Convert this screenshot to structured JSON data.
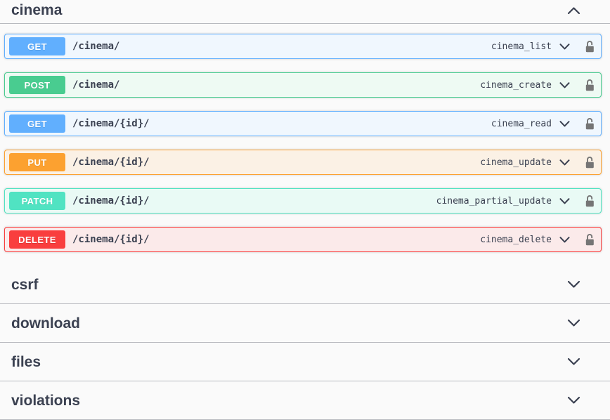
{
  "ui": {
    "background_color": "#fafafa",
    "heading_text_color": "#3b4151",
    "divider_color": "rgba(59,65,81,0.35)",
    "lock_icon_color": "#757575",
    "chevron_color": "#3b4151"
  },
  "expanded_section": {
    "title": "cinema",
    "state_icon": "chevron-up-icon",
    "operations": [
      {
        "method": "GET",
        "method_key": "get",
        "path": "/cinema/",
        "operation_id": "cinema_list"
      },
      {
        "method": "POST",
        "method_key": "post",
        "path": "/cinema/",
        "operation_id": "cinema_create"
      },
      {
        "method": "GET",
        "method_key": "get",
        "path": "/cinema/{id}/",
        "operation_id": "cinema_read"
      },
      {
        "method": "PUT",
        "method_key": "put",
        "path": "/cinema/{id}/",
        "operation_id": "cinema_update"
      },
      {
        "method": "PATCH",
        "method_key": "patch",
        "path": "/cinema/{id}/",
        "operation_id": "cinema_partial_update"
      },
      {
        "method": "DELETE",
        "method_key": "delete",
        "path": "/cinema/{id}/",
        "operation_id": "cinema_delete"
      }
    ]
  },
  "collapsed_sections": [
    {
      "title": "csrf",
      "state_icon": "chevron-down-icon"
    },
    {
      "title": "download",
      "state_icon": "chevron-down-icon"
    },
    {
      "title": "files",
      "state_icon": "chevron-down-icon"
    },
    {
      "title": "violations",
      "state_icon": "chevron-down-icon"
    }
  ],
  "method_colors": {
    "get": {
      "badge": "#61affe",
      "border": "#61affe",
      "background": "#f0f7fe"
    },
    "post": {
      "badge": "#49cc90",
      "border": "#49cc90",
      "background": "#eefaf3"
    },
    "put": {
      "badge": "#fca130",
      "border": "#fca130",
      "background": "#fbf1e5"
    },
    "patch": {
      "badge": "#50e3c2",
      "border": "#50e3c2",
      "background": "#e9faf5"
    },
    "delete": {
      "badge": "#f93e3e",
      "border": "#f93e3e",
      "background": "#fbeaea"
    },
    "row_icons": {
      "expand": "chevron-down-icon",
      "authorize": "unlocked-padlock-icon"
    }
  }
}
